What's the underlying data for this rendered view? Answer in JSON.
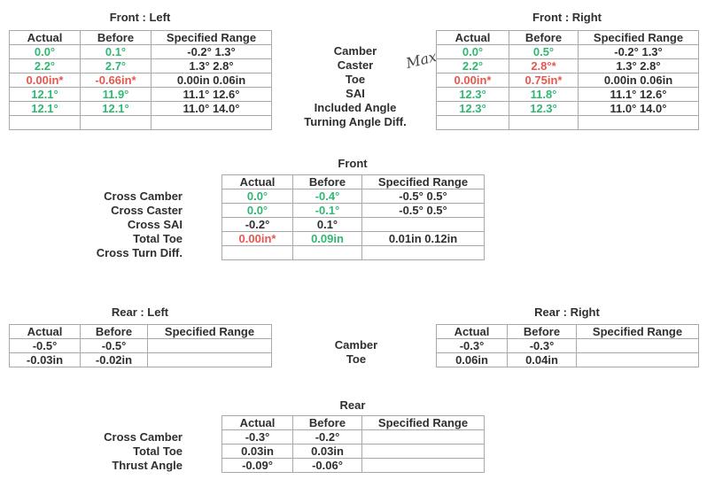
{
  "front_left": {
    "title": "Front : Left",
    "headers": [
      "Actual",
      "Before",
      "Specified Range"
    ],
    "rows": [
      {
        "actual": "0.0°",
        "actual_status": "ok",
        "before": "0.1°",
        "before_status": "ok",
        "range": "-0.2° 1.3°"
      },
      {
        "actual": "2.2°",
        "actual_status": "ok",
        "before": "2.7°",
        "before_status": "ok",
        "range": "1.3° 2.8°"
      },
      {
        "actual": "0.00in*",
        "actual_status": "bad",
        "before": "-0.66in*",
        "before_status": "bad",
        "range": "0.00in 0.06in"
      },
      {
        "actual": "12.1°",
        "actual_status": "ok",
        "before": "11.9°",
        "before_status": "ok",
        "range": "11.1° 12.6°"
      },
      {
        "actual": "12.1°",
        "actual_status": "ok",
        "before": "12.1°",
        "before_status": "ok",
        "range": "11.0° 14.0°"
      },
      {
        "actual": "",
        "actual_status": "neutral",
        "before": "",
        "before_status": "neutral",
        "range": ""
      }
    ]
  },
  "front_labels": [
    "Camber",
    "Caster",
    "Toe",
    "SAI",
    "Included Angle",
    "Turning Angle Diff."
  ],
  "front_right": {
    "title": "Front : Right",
    "headers": [
      "Actual",
      "Before",
      "Specified Range"
    ],
    "rows": [
      {
        "actual": "0.0°",
        "actual_status": "ok",
        "before": "0.5°",
        "before_status": "ok",
        "range": "-0.2° 1.3°"
      },
      {
        "actual": "2.2°",
        "actual_status": "ok",
        "before": "2.8°*",
        "before_status": "bad",
        "range": "1.3° 2.8°"
      },
      {
        "actual": "0.00in*",
        "actual_status": "bad",
        "before": "0.75in*",
        "before_status": "bad",
        "range": "0.00in 0.06in"
      },
      {
        "actual": "12.3°",
        "actual_status": "ok",
        "before": "11.8°",
        "before_status": "ok",
        "range": "11.1° 12.6°"
      },
      {
        "actual": "12.3°",
        "actual_status": "ok",
        "before": "12.3°",
        "before_status": "ok",
        "range": "11.0° 14.0°"
      },
      {
        "actual": "",
        "actual_status": "neutral",
        "before": "",
        "before_status": "neutral",
        "range": ""
      }
    ]
  },
  "handwritten_note": "Max",
  "front": {
    "title": "Front",
    "labels": [
      "Cross Camber",
      "Cross Caster",
      "Cross SAI",
      "Total Toe",
      "Cross Turn Diff."
    ],
    "headers": [
      "Actual",
      "Before",
      "Specified Range"
    ],
    "rows": [
      {
        "actual": "0.0°",
        "actual_status": "ok",
        "before": "-0.4°",
        "before_status": "ok",
        "range": "-0.5° 0.5°"
      },
      {
        "actual": "0.0°",
        "actual_status": "ok",
        "before": "-0.1°",
        "before_status": "ok",
        "range": "-0.5° 0.5°"
      },
      {
        "actual": "-0.2°",
        "actual_status": "neutral",
        "before": "0.1°",
        "before_status": "neutral",
        "range": ""
      },
      {
        "actual": "0.00in*",
        "actual_status": "bad",
        "before": "0.09in",
        "before_status": "ok",
        "range": "0.01in 0.12in"
      },
      {
        "actual": "",
        "actual_status": "neutral",
        "before": "",
        "before_status": "neutral",
        "range": ""
      }
    ]
  },
  "rear_left": {
    "title": "Rear : Left",
    "headers": [
      "Actual",
      "Before",
      "Specified Range"
    ],
    "rows": [
      {
        "actual": "-0.5°",
        "actual_status": "neutral",
        "before": "-0.5°",
        "before_status": "neutral",
        "range": ""
      },
      {
        "actual": "-0.03in",
        "actual_status": "neutral",
        "before": "-0.02in",
        "before_status": "neutral",
        "range": ""
      }
    ]
  },
  "rear_labels": [
    "Camber",
    "Toe"
  ],
  "rear_right": {
    "title": "Rear : Right",
    "headers": [
      "Actual",
      "Before",
      "Specified Range"
    ],
    "rows": [
      {
        "actual": "-0.3°",
        "actual_status": "neutral",
        "before": "-0.3°",
        "before_status": "neutral",
        "range": ""
      },
      {
        "actual": "0.06in",
        "actual_status": "neutral",
        "before": "0.04in",
        "before_status": "neutral",
        "range": ""
      }
    ]
  },
  "rear": {
    "title": "Rear",
    "labels": [
      "Cross Camber",
      "Total Toe",
      "Thrust Angle"
    ],
    "headers": [
      "Actual",
      "Before",
      "Specified Range"
    ],
    "rows": [
      {
        "actual": "-0.3°",
        "actual_status": "neutral",
        "before": "-0.2°",
        "before_status": "neutral",
        "range": ""
      },
      {
        "actual": "0.03in",
        "actual_status": "neutral",
        "before": "0.03in",
        "before_status": "neutral",
        "range": ""
      },
      {
        "actual": "-0.09°",
        "actual_status": "neutral",
        "before": "-0.06°",
        "before_status": "neutral",
        "range": ""
      }
    ]
  }
}
